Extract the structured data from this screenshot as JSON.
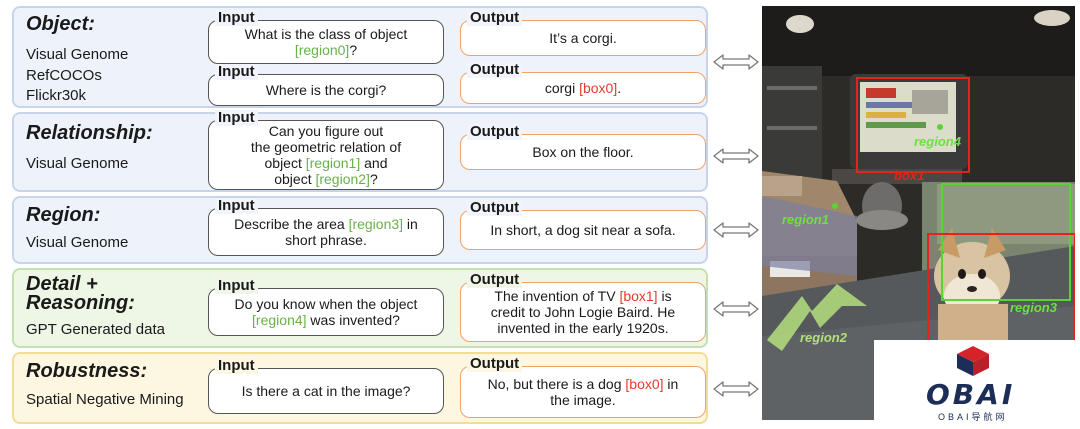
{
  "sections": [
    {
      "title": "Object:",
      "sources": [
        "Visual Genome",
        "RefCOCOs",
        "Flickr30k"
      ],
      "pairs": [
        {
          "input_label": "Input",
          "input": [
            [
              {
                "t": "What is the class of object"
              }
            ],
            [
              {
                "t": "[region0]",
                "c": "g"
              },
              {
                "t": "?"
              }
            ]
          ],
          "output_label": "Output",
          "output": [
            [
              {
                "t": "It’s a corgi."
              }
            ]
          ]
        },
        {
          "input_label": "Input",
          "input": [
            [
              {
                "t": "Where is the corgi?"
              }
            ]
          ],
          "output_label": "Output",
          "output": [
            [
              {
                "t": "corgi "
              },
              {
                "t": "[box0]",
                "c": "r"
              },
              {
                "t": "."
              }
            ]
          ]
        }
      ]
    },
    {
      "title": "Relationship:",
      "sources": [
        "Visual Genome"
      ],
      "pairs": [
        {
          "input_label": "Input",
          "input": [
            [
              {
                "t": "Can you figure out"
              }
            ],
            [
              {
                "t": "the geometric relation of"
              }
            ],
            [
              {
                "t": "object "
              },
              {
                "t": "[region1]",
                "c": "g"
              },
              {
                "t": " and"
              }
            ],
            [
              {
                "t": "object "
              },
              {
                "t": "[region2]",
                "c": "g"
              },
              {
                "t": "?"
              }
            ]
          ],
          "output_label": "Output",
          "output": [
            [
              {
                "t": "Box on the floor."
              }
            ]
          ]
        }
      ]
    },
    {
      "title": "Region:",
      "sources": [
        "Visual Genome"
      ],
      "pairs": [
        {
          "input_label": "Input",
          "input": [
            [
              {
                "t": "Describe the area "
              },
              {
                "t": "[region3]",
                "c": "g"
              },
              {
                "t": " in"
              }
            ],
            [
              {
                "t": "short phrase."
              }
            ]
          ],
          "output_label": "Output",
          "output": [
            [
              {
                "t": "In short, a dog sit near a sofa."
              }
            ]
          ]
        }
      ]
    },
    {
      "title": "Detail +",
      "title2": "Reasoning:",
      "sources": [
        "GPT Generated data"
      ],
      "pairs": [
        {
          "input_label": "Input",
          "input": [
            [
              {
                "t": "Do you know when the object"
              }
            ],
            [
              {
                "t": "[region4]",
                "c": "g"
              },
              {
                "t": " was invented?"
              }
            ]
          ],
          "output_label": "Output",
          "output": [
            [
              {
                "t": "The invention of TV "
              },
              {
                "t": "[box1]",
                "c": "r"
              },
              {
                "t": " is"
              }
            ],
            [
              {
                "t": "credit to John Logie Baird. He"
              }
            ],
            [
              {
                "t": "invented in the early 1920s."
              }
            ]
          ]
        }
      ]
    },
    {
      "title": "Robustness:",
      "sources": [
        "Spatial Negative Mining"
      ],
      "pairs": [
        {
          "input_label": "Input",
          "input": [
            [
              {
                "t": "Is there a cat in the image?"
              }
            ]
          ],
          "output_label": "Output",
          "output": [
            [
              {
                "t": "No, but there is a dog "
              },
              {
                "t": "[box0]",
                "c": "r"
              },
              {
                "t": " in"
              }
            ],
            [
              {
                "t": "the image."
              }
            ]
          ]
        }
      ]
    }
  ],
  "image": {
    "labels": {
      "box1": "box1",
      "region1": "region1",
      "region2": "region2",
      "region3": "region3",
      "region4": "region4"
    }
  },
  "logo": {
    "name": "OBAI",
    "subtitle": "OBAI导航网"
  },
  "colors": {
    "region": "#6ab04c",
    "box": "#e33b2e",
    "output_border": "#f0a268"
  }
}
